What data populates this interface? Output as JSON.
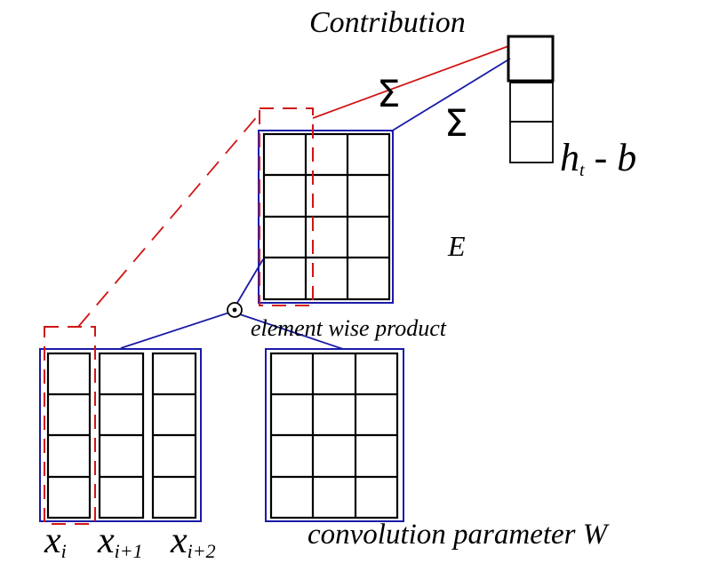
{
  "labels": {
    "contribution": "Contribution",
    "sigma_red": "Σ",
    "sigma_blue": "Σ",
    "ht_main": "h",
    "ht_sub": "t",
    "ht_rest": " - b",
    "e": "E",
    "elementwise": "element wise product",
    "odot": "⊙",
    "xi_main": "x",
    "xi_sub": "i",
    "xi1_main": "x",
    "xi1_sub": "i+1",
    "xi2_main": "x",
    "xi2_sub": "i+2",
    "conv": "convolution parameter W"
  },
  "colors": {
    "grid": "#000000",
    "frame": "#1a1aa8",
    "highlight": "#d21414"
  }
}
